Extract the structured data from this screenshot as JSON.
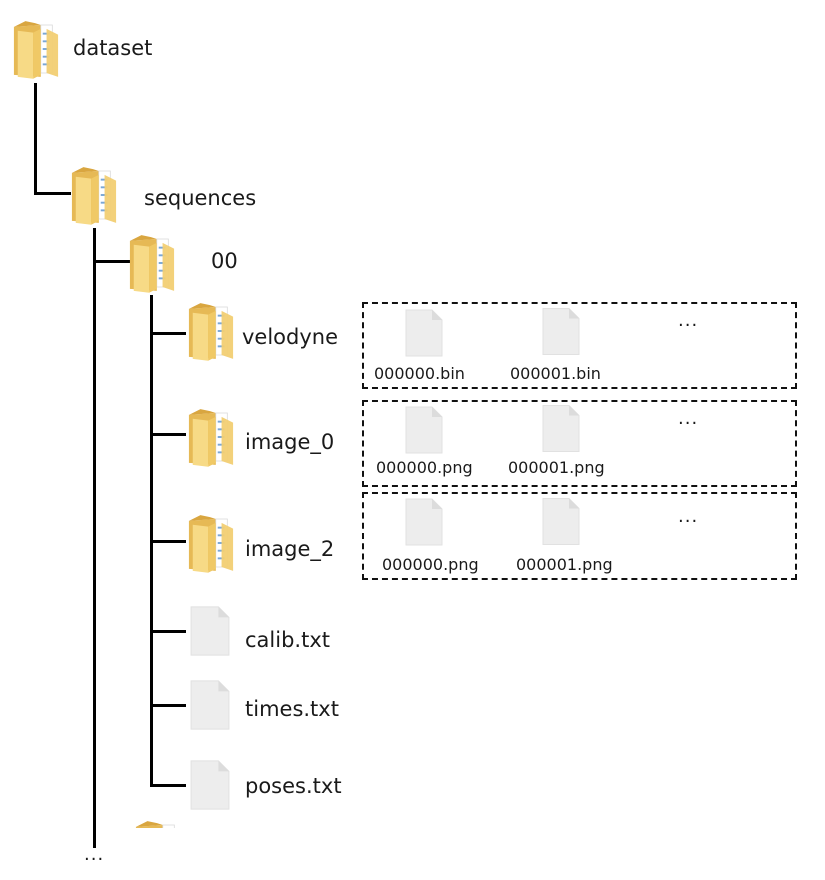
{
  "tree": {
    "root": {
      "label": "dataset",
      "icon": "folder-icon"
    },
    "sequences": {
      "label": "sequences",
      "icon": "folder-icon"
    },
    "seq00": {
      "label": "00",
      "icon": "folder-icon"
    },
    "velodyne": {
      "label": "velodyne",
      "icon": "folder-icon",
      "files": [
        "000000.bin",
        "000001.bin"
      ],
      "more": "..."
    },
    "image_0": {
      "label": "image_0",
      "icon": "folder-icon",
      "files": [
        "000000.png",
        "000001.png"
      ],
      "more": "..."
    },
    "image_2": {
      "label": "image_2",
      "icon": "folder-icon",
      "files": [
        "000000.png",
        "000001.png"
      ],
      "more": "..."
    },
    "calib": {
      "label": "calib.txt",
      "icon": "file-icon"
    },
    "times": {
      "label": "times.txt",
      "icon": "file-icon"
    },
    "poses": {
      "label": "poses.txt",
      "icon": "file-icon"
    },
    "more_sequences": "..."
  },
  "colors": {
    "folder": "#f3d27a",
    "folder_dark": "#e2b34a",
    "file": "#ececec",
    "line": "#000000"
  }
}
